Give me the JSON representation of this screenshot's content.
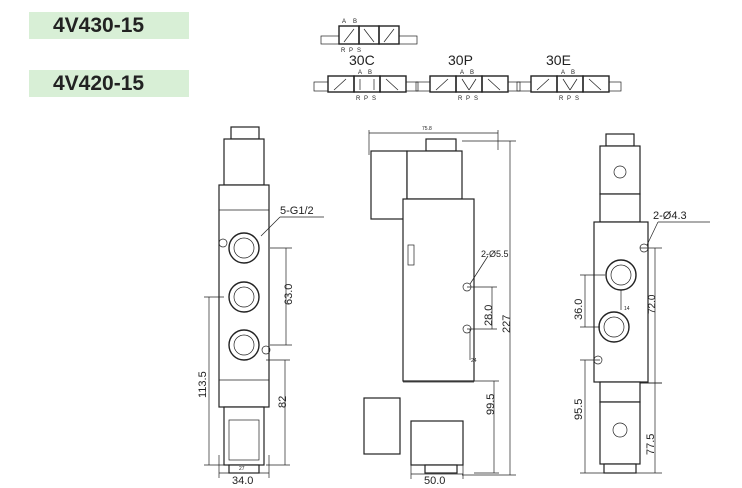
{
  "models": {
    "model_1": "4V430-15",
    "model_2": "4V420-15"
  },
  "symbols": {
    "label_30c": "30C",
    "label_30p": "30P",
    "label_30e": "30E",
    "port_a": "A",
    "port_b": "B",
    "port_r": "R",
    "port_p": "P",
    "port_s": "S"
  },
  "front_view": {
    "port_callout": "5-G1/2",
    "dim_63": "63.0",
    "dim_113": "113.5",
    "dim_82": "82",
    "dim_34": "34.0",
    "dim_small_27": "27"
  },
  "side_view": {
    "dim_top": "75.8",
    "hole_callout": "2-Ø5.5",
    "dim_28": "28.0",
    "dim_227": "227",
    "dim_99": "99.5",
    "dim_50": "50.0",
    "dim_small_24": "24"
  },
  "rear_view": {
    "hole_callout": "2-Ø4.3",
    "dim_36": "36.0",
    "dim_72": "72.0",
    "dim_95": "95.5",
    "dim_77": "77.5",
    "dim_small_14": "14"
  }
}
